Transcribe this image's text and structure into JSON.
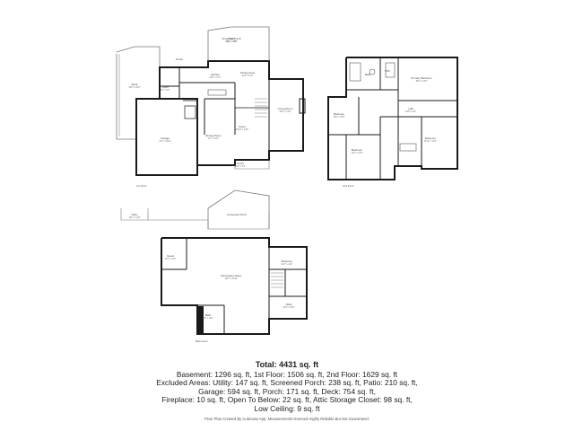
{
  "floors": {
    "first": {
      "caption": "1st Floor",
      "rooms": [
        {
          "name": "Deck",
          "dims": "13'5\" x 20'6\""
        },
        {
          "name": "Patio",
          "dims": "18'9\" x 11'0\""
        },
        {
          "name": "Porch",
          "dims": ""
        },
        {
          "name": "Foyer",
          "dims": "6'6\" x 4'6\""
        },
        {
          "name": "Kitchen",
          "dims": "14'5\" x 17'1\""
        },
        {
          "name": "Dining Room",
          "dims": "11'7\" x 10'1\""
        },
        {
          "name": "Garage",
          "dims": "21'7\" x 20'4\""
        },
        {
          "name": "Living Room",
          "dims": "22'6\" x 14'0\""
        },
        {
          "name": "Dining Area",
          "dims": "11'9\" x 12'3\""
        },
        {
          "name": "Screened Porch",
          "dims": "14'0\" x 15'0\""
        },
        {
          "name": "Foyer",
          "dims": "13'10\" x 12'6\""
        },
        {
          "name": "Porch",
          "dims": "12'6\" x 4'0\""
        }
      ]
    },
    "second": {
      "caption": "2nd Floor",
      "rooms": [
        {
          "name": "Primary Bedroom",
          "dims": "18'3\" x 14'0\""
        },
        {
          "name": "Bedroom",
          "dims": "13'0\" x 13'5\""
        },
        {
          "name": "Bedroom",
          "dims": "12'4\" x 12'4\""
        },
        {
          "name": "Bedroom",
          "dims": "11'11\" x 11'2\""
        },
        {
          "name": "Hall",
          "dims": "18'6\" x 3'6\""
        },
        {
          "name": "Bath",
          "dims": ""
        },
        {
          "name": "WIC",
          "dims": ""
        }
      ]
    },
    "basement": {
      "caption": "Basement",
      "rooms": [
        {
          "name": "Patio",
          "dims": "13'4\" x 14'5\""
        },
        {
          "name": "Screened Porch",
          "dims": ""
        },
        {
          "name": "Guest",
          "dims": "10'1\" x 11'2\""
        },
        {
          "name": "Recreation Room",
          "dims": "28'7\" x 25'11\""
        },
        {
          "name": "Bedroom",
          "dims": "12'1\" x 11'1\""
        },
        {
          "name": "Utility",
          "dims": "10'3\" x 12'0\""
        },
        {
          "name": "Bath",
          "dims": "6'6\" x 11'0\""
        }
      ]
    }
  },
  "summary": {
    "total": "Total: 4431 sq. ft",
    "lines": [
      "Basement: 1296 sq. ft, 1st Floor: 1506 sq. ft, 2nd Floor: 1629 sq. ft",
      "Excluded Areas: Utility: 147 sq. ft, Screened Porch: 238 sq. ft, Patio: 210 sq. ft,",
      "Garage: 594 sq. ft, Porch: 171 sq. ft, Deck: 754 sq. ft,",
      "Fireplace: 10 sq. ft, Open To Below: 22 sq. ft, Attic Storage Closet: 98 sq. ft,",
      "Low Ceiling: 9 sq. ft"
    ]
  },
  "footer": "Floor Plan Created By Cubicasa App. Measurements Deemed Highly Reliable But Not Guaranteed.",
  "colors": {
    "wall": "#1a1a1a",
    "thin": "#777777",
    "background": "#ffffff"
  }
}
